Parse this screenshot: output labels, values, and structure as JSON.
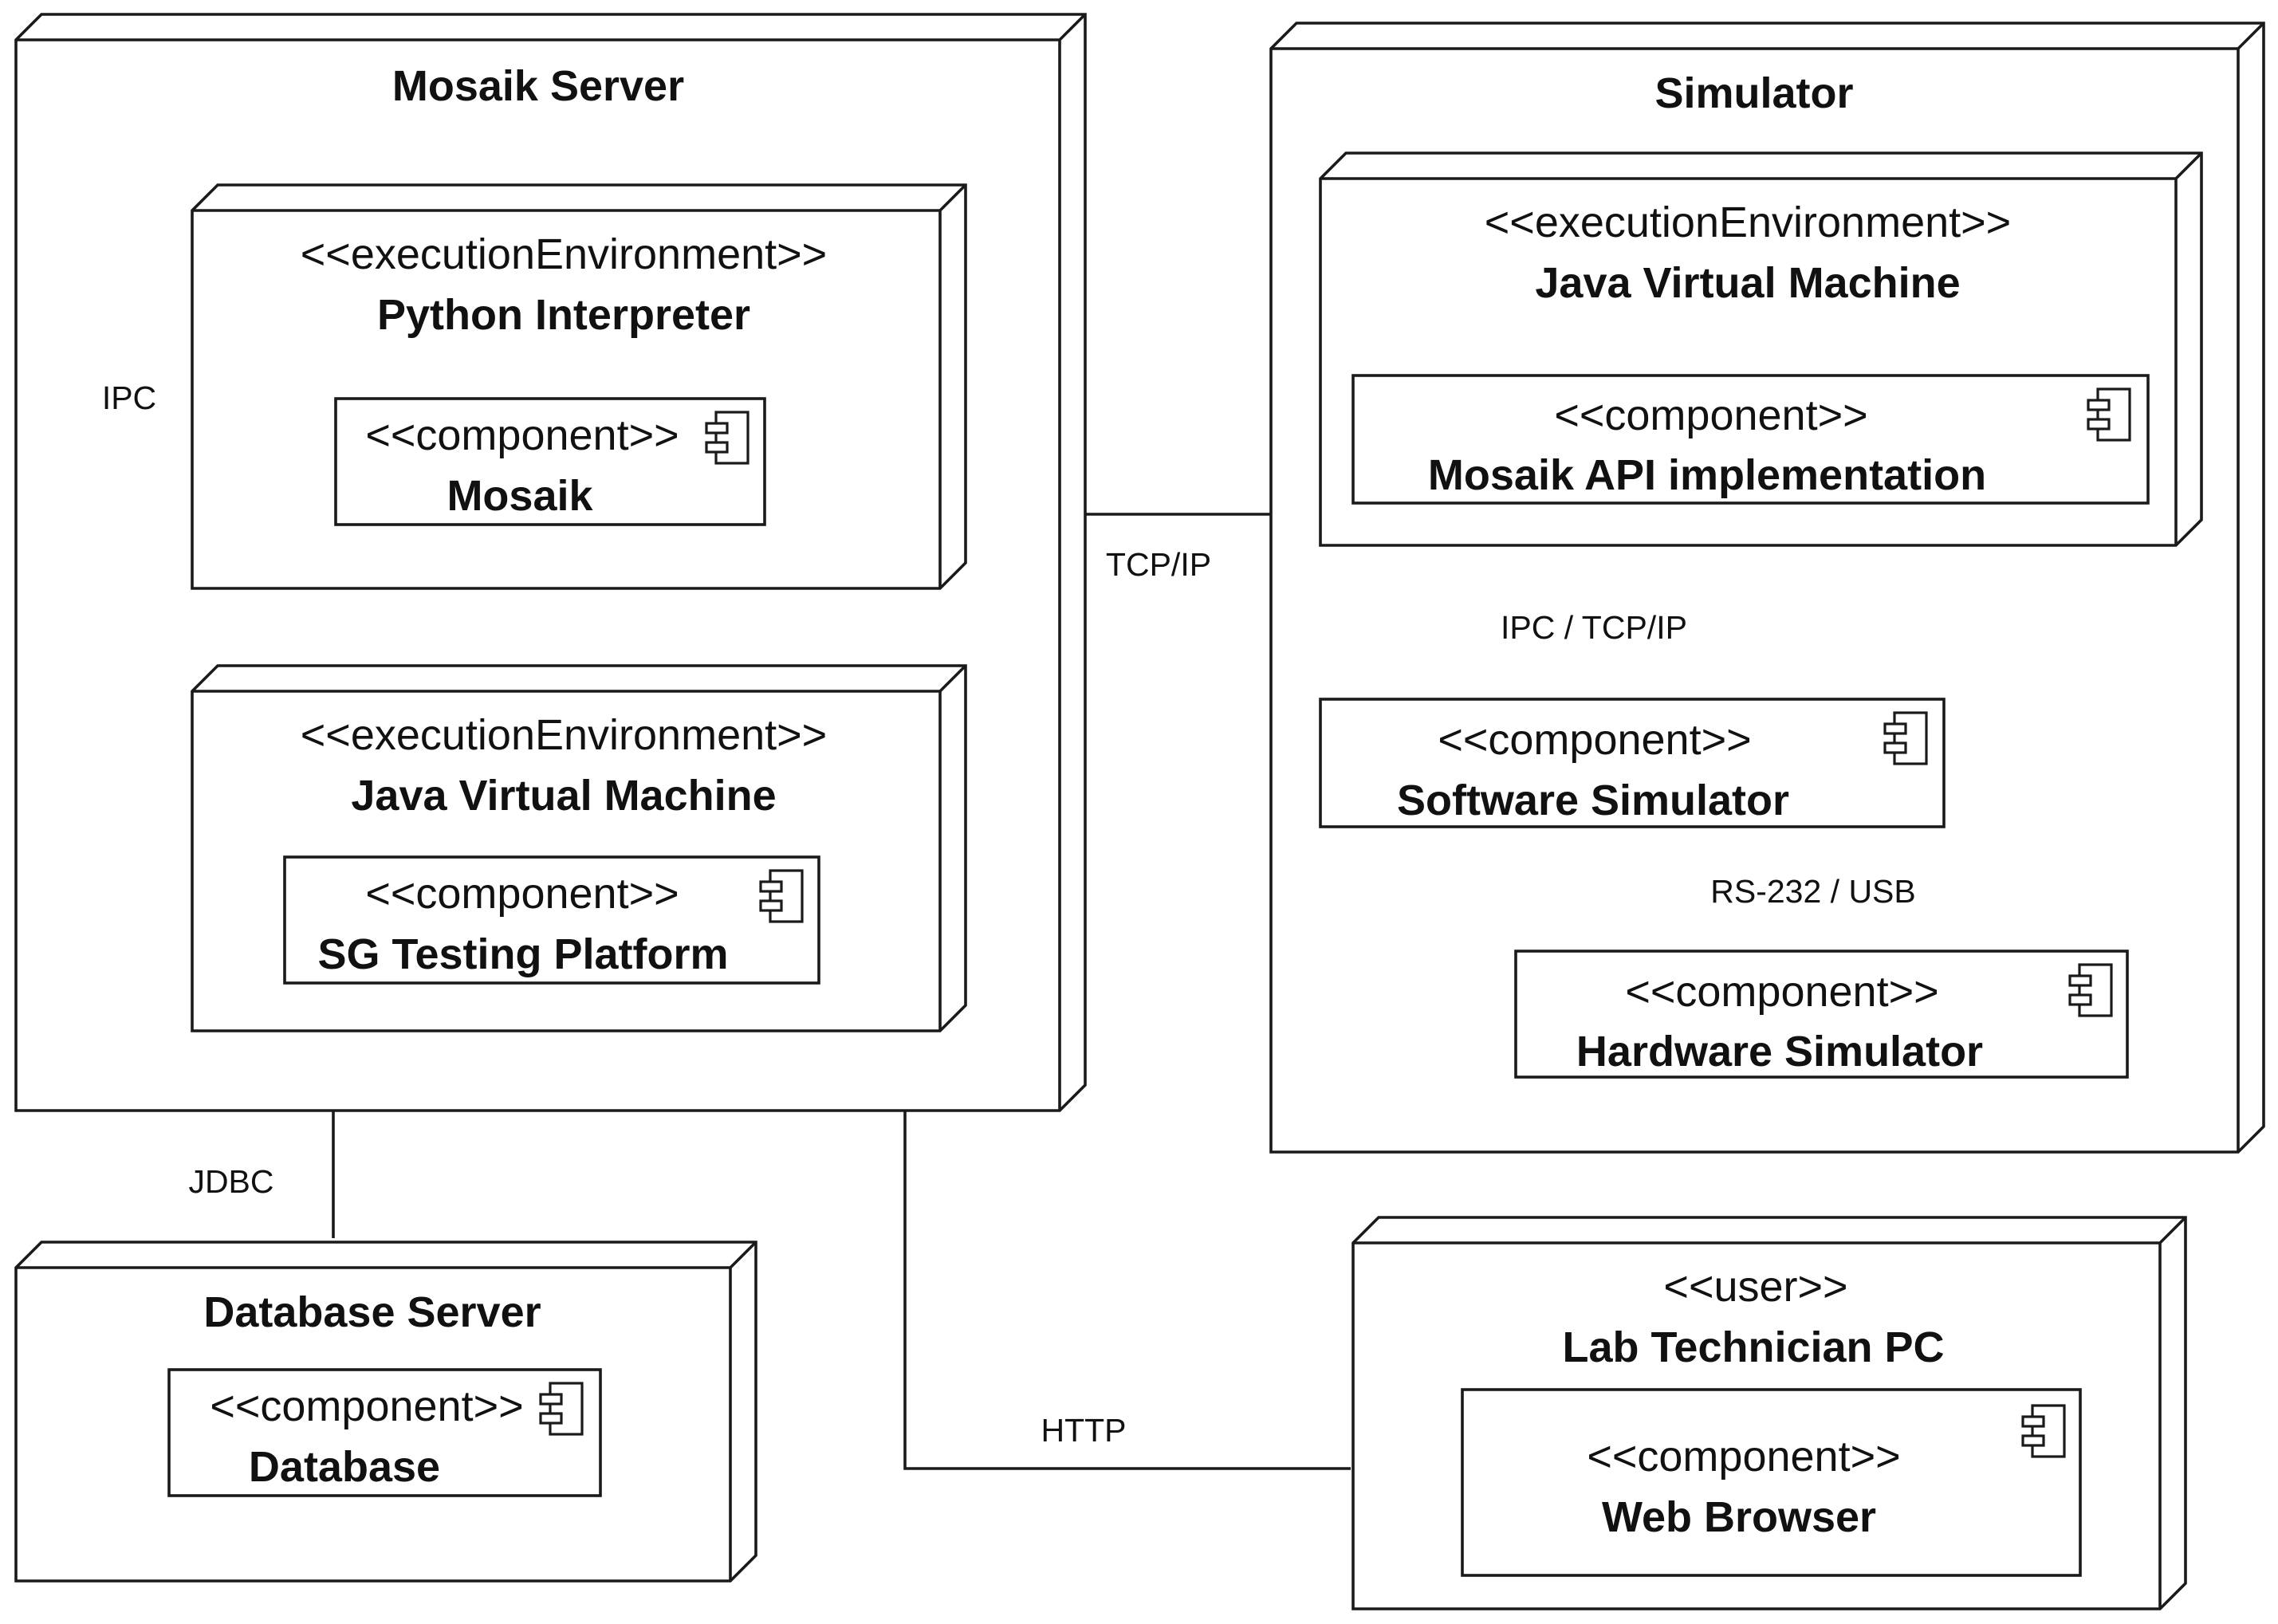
{
  "nodes": {
    "mosaik_server": {
      "title": "Mosaik Server"
    },
    "python_env": {
      "stereotype": "<<executionEnvironment>>",
      "name": "Python Interpreter"
    },
    "mosaik_comp": {
      "stereotype": "<<component>>",
      "name": "Mosaik"
    },
    "jvm_env_server": {
      "stereotype": "<<executionEnvironment>>",
      "name": "Java Virtual Machine"
    },
    "sg_comp": {
      "stereotype": "<<component>>",
      "name": "SG Testing Platform"
    },
    "simulator": {
      "title": "Simulator"
    },
    "jvm_env_sim": {
      "stereotype": "<<executionEnvironment>>",
      "name": "Java Virtual Machine"
    },
    "api_comp": {
      "stereotype": "<<component>>",
      "name": "Mosaik API implementation"
    },
    "sw_sim_comp": {
      "stereotype": "<<component>>",
      "name": "Software Simulator"
    },
    "hw_sim_comp": {
      "stereotype": "<<component>>",
      "name": "Hardware Simulator"
    },
    "db_server": {
      "title": "Database Server"
    },
    "db_comp": {
      "stereotype": "<<component>>",
      "name": "Database"
    },
    "lab_pc": {
      "stereotype": "<<user>>",
      "title": "Lab Technician PC"
    },
    "browser_comp": {
      "stereotype": "<<component>>",
      "name": "Web Browser"
    }
  },
  "connections": {
    "ipc": "IPC",
    "tcpip": "TCP/IP",
    "ipc_tcpip": "IPC / TCP/IP",
    "rs232_usb": "RS-232 / USB",
    "jdbc": "JDBC",
    "http": "HTTP"
  },
  "icons": [
    "component-icon"
  ]
}
